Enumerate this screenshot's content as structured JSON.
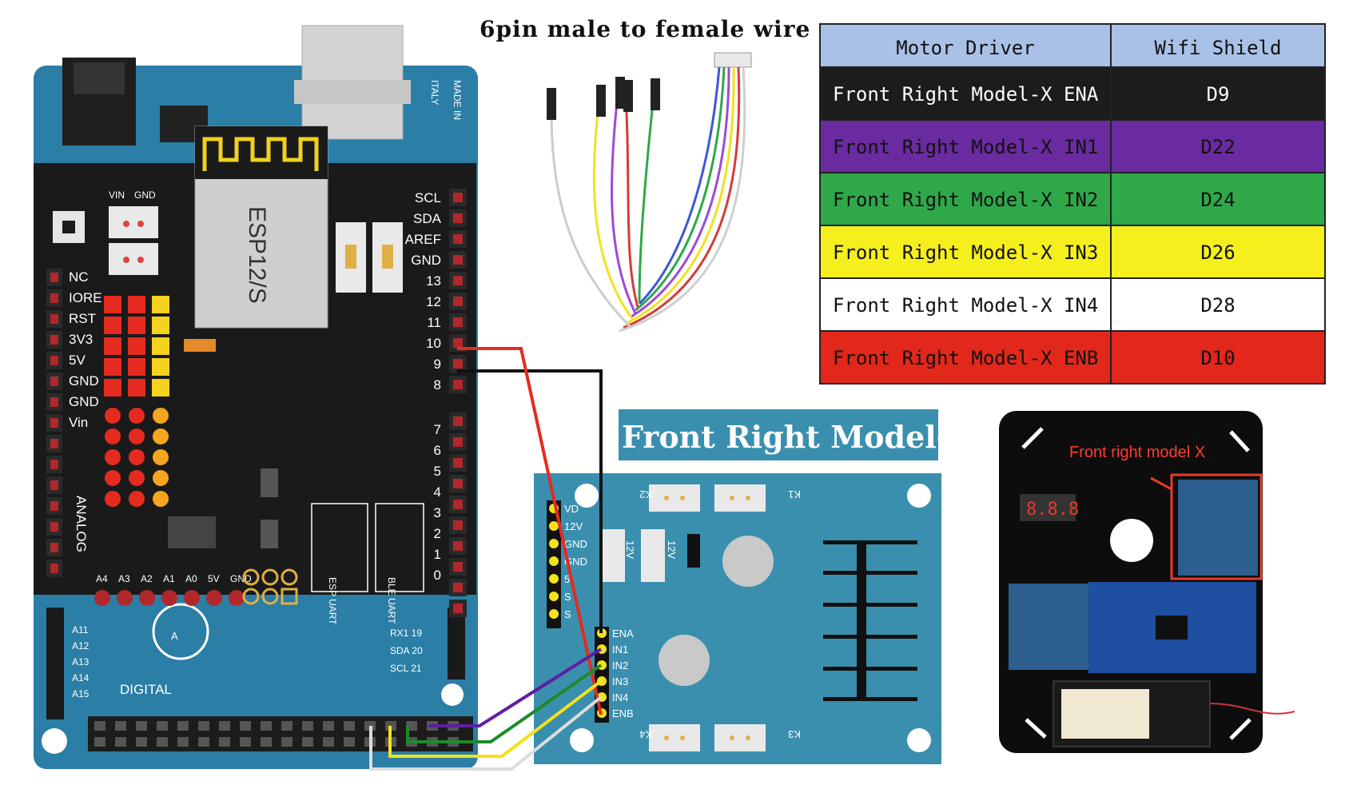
{
  "wire": {
    "title": "6pin male to female wire"
  },
  "shield": {
    "chip_label": "ESP12/S",
    "made_in": "MADE IN",
    "italy": "ITALY",
    "power_labels": [
      "VIN",
      "GND"
    ],
    "left_pins": [
      "NC",
      "IORE",
      "RST",
      "3V3",
      "5V",
      "GND",
      "GND",
      "Vin"
    ],
    "right_top_pins": [
      "SCL",
      "SDA",
      "AREF",
      "GND",
      "13",
      "12",
      "11",
      "10",
      "9",
      "8"
    ],
    "right_bottom_pins": [
      "7",
      "6",
      "5",
      "4",
      "3",
      "2",
      "1",
      "0"
    ],
    "analog_label": "ANALOG",
    "analog_pins": [
      "A4",
      "A3",
      "A2",
      "A1",
      "A0",
      "5V",
      "GND"
    ],
    "uart_labels": [
      "ESP UART",
      "BLE UART"
    ],
    "digital_label": "DIGITAL",
    "digital_side_labels": [
      "RX1 19",
      "SDA 20",
      "SCL 21"
    ],
    "ledger_labels": [
      "A11",
      "A12",
      "A13",
      "A14",
      "A15"
    ]
  },
  "table": {
    "headers": [
      "Motor Driver",
      "Wifi Shield"
    ],
    "rows": [
      {
        "driver": "Front Right Model-X ENA",
        "shield": "D9",
        "bg": "#1c1c1c",
        "fg": "#ffffff"
      },
      {
        "driver": "Front Right Model-X IN1",
        "shield": "D22",
        "bg": "#6a2aa0",
        "fg": "#111111"
      },
      {
        "driver": "Front Right Model-X IN2",
        "shield": "D24",
        "bg": "#2fa84a",
        "fg": "#111111"
      },
      {
        "driver": "Front Right Model-X IN3",
        "shield": "D26",
        "bg": "#f6ef1e",
        "fg": "#111111"
      },
      {
        "driver": "Front Right Model-X IN4",
        "shield": "D28",
        "bg": "#ffffff",
        "fg": "#111111"
      },
      {
        "driver": "Front Right Model-X ENB",
        "shield": "D10",
        "bg": "#e2271b",
        "fg": "#111111"
      }
    ],
    "header_bg": "#a9c1e6"
  },
  "module": {
    "banner": "Front Right Model-X",
    "left_pins": [
      "VD",
      "12V",
      "GND",
      "GND",
      "5",
      "S",
      "S"
    ],
    "ctrl_pins": [
      "ENA",
      "IN1",
      "IN2",
      "IN3",
      "IN4",
      "ENB"
    ],
    "terminals": [
      "K2",
      "K1",
      "K4",
      "K3"
    ],
    "jumpers": [
      "12V",
      "12V"
    ]
  },
  "photo": {
    "caption": "Front right model X",
    "display": "8.8.8"
  },
  "colors": {
    "board_blue": "#2b7ea5",
    "shield_black": "#1a1a1a",
    "module_teal": "#3a8fae",
    "wire_red": "#e52b20",
    "wire_black": "#111111",
    "wire_purple": "#5b1fa0",
    "wire_green": "#1f8a2a",
    "wire_yellow": "#f2e21e",
    "wire_white": "#dddddd"
  }
}
